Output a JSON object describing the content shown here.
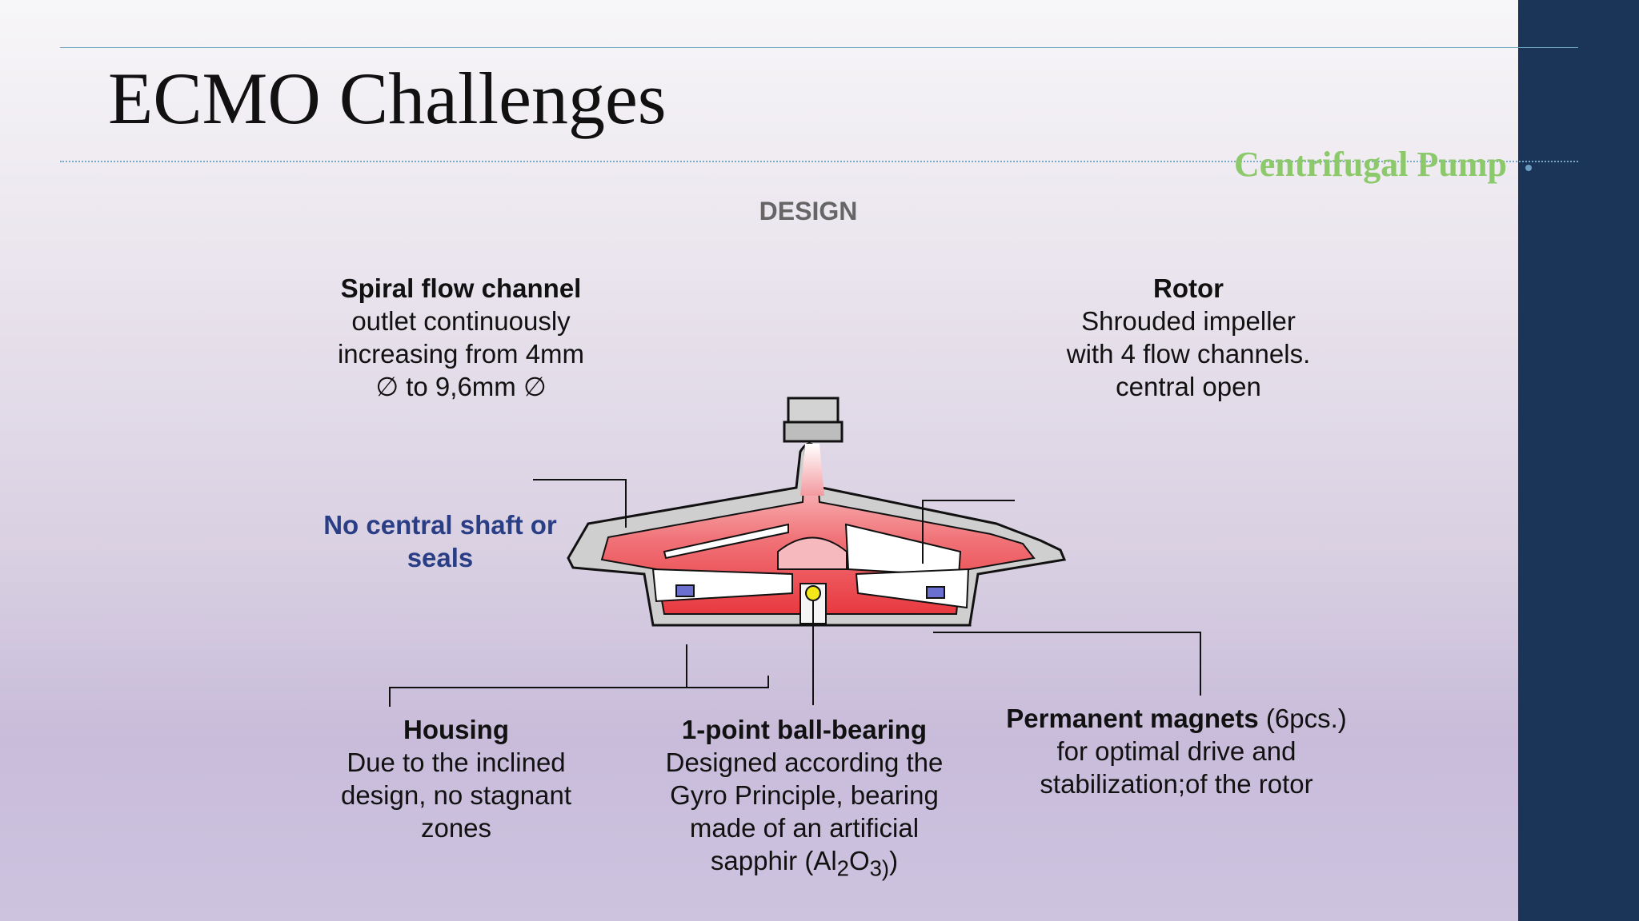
{
  "slide": {
    "title": "ECMO Challenges",
    "subtitle": "Centrifugal Pump",
    "section_heading": "DESIGN"
  },
  "labels": {
    "spiral": {
      "title": "Spiral flow channel",
      "body": [
        "outlet continuously",
        "increasing from 4mm",
        "∅ to 9,6mm ∅"
      ]
    },
    "rotor": {
      "title": "Rotor",
      "body": [
        "Shrouded impeller",
        "with 4 flow channels.",
        "central open"
      ]
    },
    "shaft": {
      "lines": [
        "No central shaft or",
        "seals"
      ]
    },
    "housing": {
      "title": "Housing",
      "body": [
        "Due to the inclined",
        "design, no stagnant",
        "zones"
      ]
    },
    "bearing": {
      "title": "1-point ball-bearing",
      "body": [
        "Designed according the",
        "Gyro Principle, bearing",
        "made of an artificial"
      ],
      "last_line_prefix": "sapphir (Al",
      "sub1": "2",
      "mid": "O",
      "sub2": "3)",
      "suffix": ")"
    },
    "magnets": {
      "title": "Permanent magnets",
      "title_suffix": " (6pcs.)",
      "body": [
        "for optimal drive and",
        "stabilization;of the rotor"
      ]
    }
  },
  "colors": {
    "sidebar": "#1a3558",
    "subtitle": "#8cc96a",
    "shaft_label": "#2a3e86",
    "pump_red": "#e8393f",
    "magnet": "#6a6fd0",
    "bearing": "#f4e81a"
  }
}
